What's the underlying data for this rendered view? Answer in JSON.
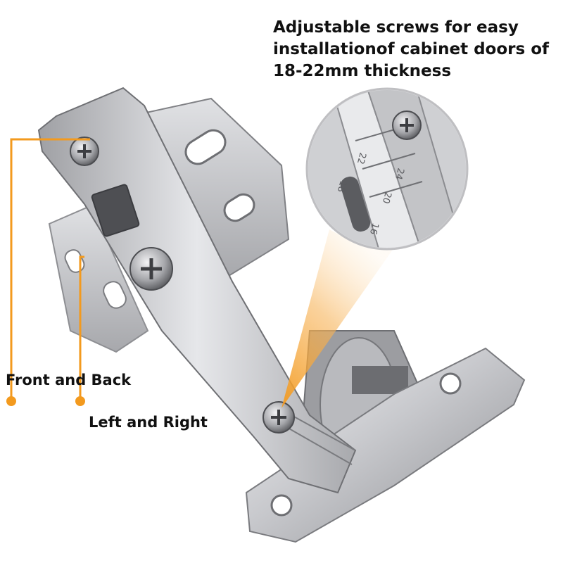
{
  "caption": "Adjustable screws for easy\ninstallationof cabinet doors of\n18-22mm thickness",
  "labels": {
    "front_back": "Front and Back",
    "left_right": "Left and Right"
  },
  "scale_marks": [
    "24",
    "22",
    "20",
    "18",
    "16"
  ],
  "colors": {
    "accent": "#f39a1e",
    "metal_light": "#e8e8ea",
    "metal_mid": "#b4b5b9",
    "metal_dark": "#6e6f73",
    "text": "#111111"
  }
}
